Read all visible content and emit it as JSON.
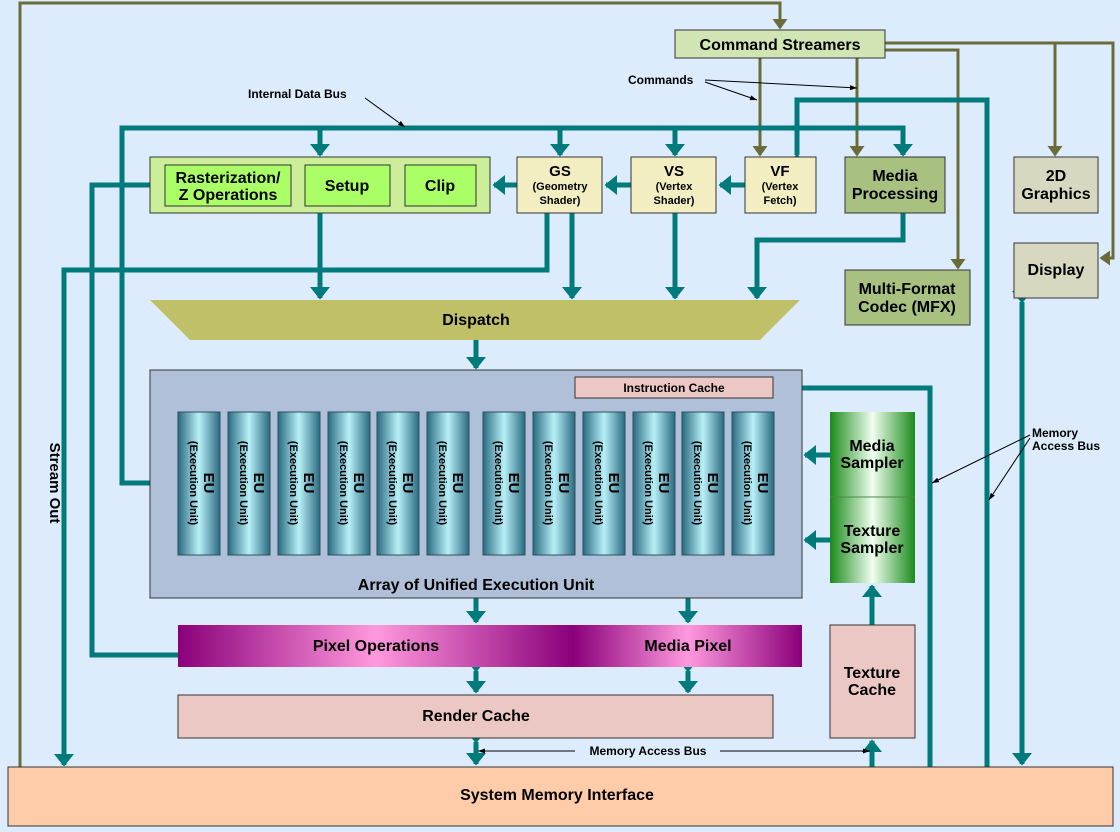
{
  "blocks": {
    "command_streamers": "Command Streamers",
    "rasterization": [
      "Rasterization/",
      "Z Operations"
    ],
    "setup": "Setup",
    "clip": "Clip",
    "gs": [
      "GS",
      "(Geometry",
      "Shader)"
    ],
    "vs": [
      "VS",
      "(Vertex",
      "Shader)"
    ],
    "vf": [
      "VF",
      "(Vertex",
      "Fetch)"
    ],
    "media_processing": [
      "Media",
      "Processing"
    ],
    "graphics_2d": [
      "2D",
      "Graphics"
    ],
    "display": "Display",
    "mfx": [
      "Multi-Format",
      "Codec (MFX)"
    ],
    "dispatch": "Dispatch",
    "instruction_cache": "Instruction Cache",
    "eu_array": "Array of Unified Execution Unit",
    "eu": {
      "name": "EU",
      "sub": "(Execution Unit)"
    },
    "media_sampler": [
      "Media",
      "Sampler"
    ],
    "texture_sampler": [
      "Texture",
      "Sampler"
    ],
    "pixel_operations": "Pixel Operations",
    "media_pixel": "Media Pixel",
    "render_cache": "Render Cache",
    "texture_cache": [
      "Texture",
      "Cache"
    ],
    "system_memory": "System Memory Interface"
  },
  "labels": {
    "commands": "Commands",
    "internal_data_bus": "Internal Data Bus",
    "stream_out": "Stream Out",
    "memory_access_bus_bottom": "Memory Access Bus",
    "memory_access_bus_right": [
      "Memory",
      "Access Bus"
    ]
  },
  "colors": {
    "background": "#dcecfc",
    "data_bus": "#007a7a",
    "command_bus": "#6b6b3a"
  }
}
